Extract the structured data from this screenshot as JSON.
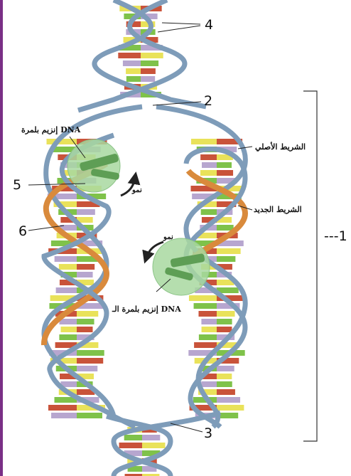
{
  "labels": {
    "n1": "---1",
    "n2": "2",
    "n3": "3",
    "n4": "4",
    "n5": "5",
    "n6": "6"
  },
  "arabic": {
    "enzyme_top": "إنزيم بلمرة DNA",
    "enzyme_bottom": "إنزيم بلمرة الـ DNA",
    "growth_top": "نمو",
    "growth_bottom": "نمو",
    "original_strand": "الشريط الأصلي",
    "new_strand": "الشريط الجديد"
  },
  "colors": {
    "backbone": "#7e9cb9",
    "new_strand": "#d98a3c",
    "enzyme": "#a8d8a0",
    "base_yellow": "#e9e25a",
    "base_green": "#7fc24a",
    "base_red": "#c9533a",
    "base_purple": "#b7a6cf",
    "page_edge": "#7a2f86"
  }
}
